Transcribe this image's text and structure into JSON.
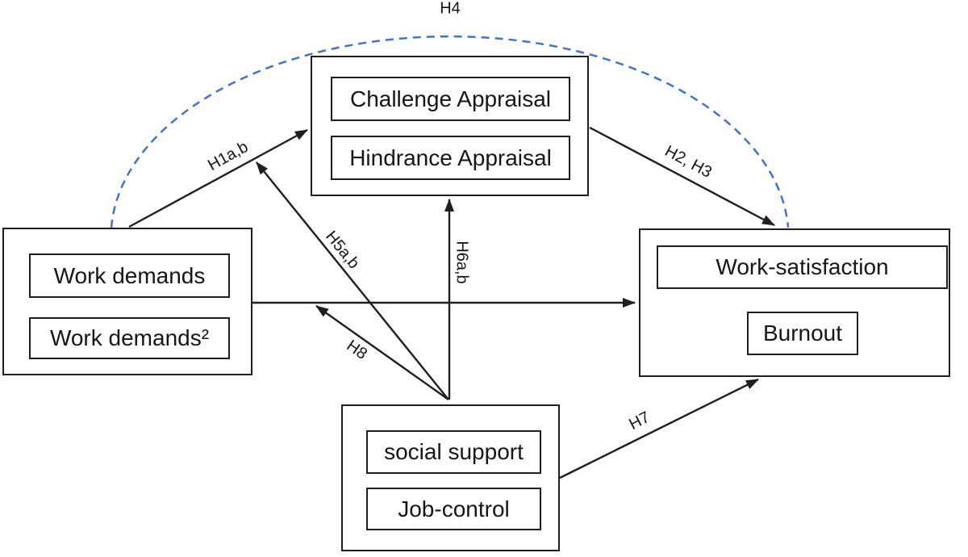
{
  "nodes": {
    "appraisal": [
      "Challenge Appraisal",
      "Hindrance Appraisal"
    ],
    "demands": [
      "Work demands",
      "Work demands²"
    ],
    "outcomes": [
      "Work-satisfaction",
      "Burnout"
    ],
    "support": [
      "social support",
      "Job-control"
    ]
  },
  "labels": {
    "h1": "H1a,b",
    "h2_h3": "H2, H3",
    "h4": "H4",
    "h5": "H5a,b",
    "h6": "H6a,b",
    "h7": "H7",
    "h8": "H8"
  },
  "colors": {
    "line": "#1f1f1f",
    "h4_dashed": "#4472c4",
    "background": "#ffffff"
  }
}
